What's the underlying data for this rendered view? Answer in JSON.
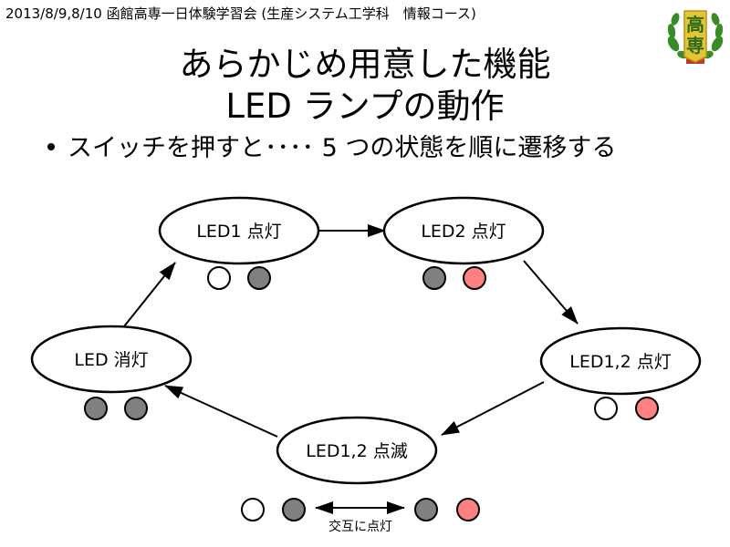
{
  "header": {
    "event_line": "2013/8/9,8/10 函館高専一日体験学習会 (生産システム工学科　情報コース)",
    "emblem_text": [
      "高",
      "専"
    ]
  },
  "slide": {
    "title_line1": "あらかじめ用意した機能",
    "title_line2": "LED ランプの動作",
    "bullet": "スイッチを押すと････ 5 つの状態を順に遷移する"
  },
  "colors": {
    "lamp_off": "#ffffff",
    "lamp_gray": "#808080",
    "lamp_red": "#ff8080",
    "emblem_gold": "#e6c52e",
    "emblem_green": "#3a8a2a"
  },
  "states": {
    "led1_on": {
      "label": "LED1 点灯",
      "lamps": [
        "off",
        "gray"
      ]
    },
    "led2_on": {
      "label": "LED2 点灯",
      "lamps": [
        "gray",
        "red"
      ]
    },
    "led12_on": {
      "label": "LED1,2 点灯",
      "lamps": [
        "off",
        "red"
      ]
    },
    "led12_blink": {
      "label": "LED1,2 点滅",
      "lamps": [
        "off",
        "gray",
        "gray",
        "red"
      ]
    },
    "led_off": {
      "label": "LED 消灯",
      "lamps": [
        "gray",
        "gray"
      ]
    }
  },
  "blink_note": "交互に点灯"
}
